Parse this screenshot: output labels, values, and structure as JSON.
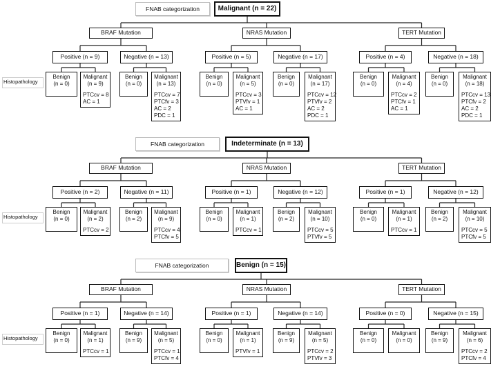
{
  "histo_label": "Histopathology",
  "sections": [
    {
      "category_label": "FNAB categorization",
      "result": "Malignant (n = 22)",
      "mutations": [
        {
          "name": "BRAF Mutation",
          "groups": [
            {
              "label": "Positive (n = 9)",
              "leaves": [
                {
                  "header": [
                    "Benign",
                    "(n = 0)"
                  ],
                  "lines": []
                },
                {
                  "header": [
                    "Malignant",
                    "(n = 9)"
                  ],
                  "lines": [
                    "PTCcv = 8",
                    "AC = 1"
                  ]
                }
              ]
            },
            {
              "label": "Negative (n = 13)",
              "leaves": [
                {
                  "header": [
                    "Benign",
                    "(n = 0)"
                  ],
                  "lines": []
                },
                {
                  "header": [
                    "Malignant",
                    "(n = 13)"
                  ],
                  "lines": [
                    "PTCcv = 7",
                    "PTCfv = 3",
                    "AC = 2",
                    "PDC = 1"
                  ]
                }
              ]
            }
          ]
        },
        {
          "name": "NRAS Mutation",
          "groups": [
            {
              "label": "Positive (n = 5)",
              "leaves": [
                {
                  "header": [
                    "Benign",
                    "(n = 0)"
                  ],
                  "lines": []
                },
                {
                  "header": [
                    "Malignant",
                    "(n = 5)"
                  ],
                  "lines": [
                    "PTCcv = 3",
                    "PTVfv = 1",
                    "AC = 1"
                  ]
                }
              ]
            },
            {
              "label": "Negative (n = 17)",
              "leaves": [
                {
                  "header": [
                    "Benign",
                    "(n = 0)"
                  ],
                  "lines": []
                },
                {
                  "header": [
                    "Malignant",
                    "(n = 17)"
                  ],
                  "lines": [
                    "PTCcv = 12",
                    "PTVfv = 2",
                    "AC = 2",
                    "PDC = 1"
                  ]
                }
              ]
            }
          ]
        },
        {
          "name": "TERT Mutation",
          "groups": [
            {
              "label": "Positive (n = 4)",
              "leaves": [
                {
                  "header": [
                    "Benign",
                    "(n = 0)"
                  ],
                  "lines": []
                },
                {
                  "header": [
                    "Malignant",
                    "(n = 4)"
                  ],
                  "lines": [
                    "PTCcv = 2",
                    "PTCfv = 1",
                    "AC = 1"
                  ]
                }
              ]
            },
            {
              "label": "Negative (n = 18)",
              "leaves": [
                {
                  "header": [
                    "Benign",
                    "(n = 0)"
                  ],
                  "lines": []
                },
                {
                  "header": [
                    "Malignant",
                    "(n = 18)"
                  ],
                  "lines": [
                    "PTCcv = 13",
                    "PTCfv = 2",
                    "AC = 2",
                    "PDC = 1"
                  ]
                }
              ]
            }
          ]
        }
      ]
    },
    {
      "category_label": "FNAB categorization",
      "result": "Indeterminate (n = 13)",
      "mutations": [
        {
          "name": "BRAF Mutation",
          "groups": [
            {
              "label": "Positive (n = 2)",
              "leaves": [
                {
                  "header": [
                    "Benign",
                    "(n = 0)"
                  ],
                  "lines": []
                },
                {
                  "header": [
                    "Malignant",
                    "(n = 2)"
                  ],
                  "lines": [
                    "PTCcv = 2"
                  ]
                }
              ]
            },
            {
              "label": "Negative (n = 11)",
              "leaves": [
                {
                  "header": [
                    "Benign",
                    "(n = 2)"
                  ],
                  "lines": []
                },
                {
                  "header": [
                    "Malignant",
                    "(n = 9)"
                  ],
                  "lines": [
                    "PTCcv = 4",
                    "PTCfv = 5"
                  ]
                }
              ]
            }
          ]
        },
        {
          "name": "NRAS Mutation",
          "groups": [
            {
              "label": "Positive (n = 1)",
              "leaves": [
                {
                  "header": [
                    "Benign",
                    "(n = 0)"
                  ],
                  "lines": []
                },
                {
                  "header": [
                    "Malignant",
                    "(n = 1)"
                  ],
                  "lines": [
                    "PTCcv = 1"
                  ]
                }
              ]
            },
            {
              "label": "Negative (n = 12)",
              "leaves": [
                {
                  "header": [
                    "Benign",
                    "(n = 2)"
                  ],
                  "lines": []
                },
                {
                  "header": [
                    "Malignant",
                    "(n = 10)"
                  ],
                  "lines": [
                    "PTCcv = 5",
                    "PTVfv = 5"
                  ]
                }
              ]
            }
          ]
        },
        {
          "name": "TERT Mutation",
          "groups": [
            {
              "label": "Positive (n = 1)",
              "leaves": [
                {
                  "header": [
                    "Benign",
                    "(n = 0)"
                  ],
                  "lines": []
                },
                {
                  "header": [
                    "Malignant",
                    "(n = 1)"
                  ],
                  "lines": [
                    "PTCcv = 1"
                  ]
                }
              ]
            },
            {
              "label": "Negative (n = 12)",
              "leaves": [
                {
                  "header": [
                    "Benign",
                    "(n = 2)"
                  ],
                  "lines": []
                },
                {
                  "header": [
                    "Malignant",
                    "(n = 10)"
                  ],
                  "lines": [
                    "PTCcv = 5",
                    "PTCfv = 5"
                  ]
                }
              ]
            }
          ]
        }
      ]
    },
    {
      "category_label": "FNAB categorization",
      "result": "Benign (n = 15)",
      "mutations": [
        {
          "name": "BRAF Mutation",
          "groups": [
            {
              "label": "Positive (n = 1)",
              "leaves": [
                {
                  "header": [
                    "Benign",
                    "(n = 0)"
                  ],
                  "lines": []
                },
                {
                  "header": [
                    "Malignant",
                    "(n = 1)"
                  ],
                  "lines": [
                    "PTCcv = 1"
                  ]
                }
              ]
            },
            {
              "label": "Negative (n = 14)",
              "leaves": [
                {
                  "header": [
                    "Benign",
                    "(n = 9)"
                  ],
                  "lines": []
                },
                {
                  "header": [
                    "Malignant",
                    "(n = 5)"
                  ],
                  "lines": [
                    "PTCcv = 1",
                    "PTCfv = 4"
                  ]
                }
              ]
            }
          ]
        },
        {
          "name": "NRAS Mutation",
          "groups": [
            {
              "label": "Positive (n = 1)",
              "leaves": [
                {
                  "header": [
                    "Benign",
                    "(n = 0)"
                  ],
                  "lines": []
                },
                {
                  "header": [
                    "Malignant",
                    "(n = 1)"
                  ],
                  "lines": [
                    "PTVfv = 1"
                  ]
                }
              ]
            },
            {
              "label": "Negative (n = 14)",
              "leaves": [
                {
                  "header": [
                    "Benign",
                    "(n = 9)"
                  ],
                  "lines": []
                },
                {
                  "header": [
                    "Malignant",
                    "(n = 5)"
                  ],
                  "lines": [
                    "PTCcv = 2",
                    "PTVfv = 3"
                  ]
                }
              ]
            }
          ]
        },
        {
          "name": "TERT Mutation",
          "groups": [
            {
              "label": "Positive (n = 0)",
              "leaves": [
                {
                  "header": [
                    "Benign",
                    "(n = 0)"
                  ],
                  "lines": []
                },
                {
                  "header": [
                    "Malignant",
                    "(n = 0)"
                  ],
                  "lines": []
                }
              ]
            },
            {
              "label": "Negative (n = 15)",
              "leaves": [
                {
                  "header": [
                    "Benign",
                    "(n = 9)"
                  ],
                  "lines": []
                },
                {
                  "header": [
                    "Malignant",
                    "(n = 6)"
                  ],
                  "lines": [
                    "PTCcv = 2",
                    "PTCfv = 4"
                  ]
                }
              ]
            }
          ]
        }
      ]
    }
  ]
}
